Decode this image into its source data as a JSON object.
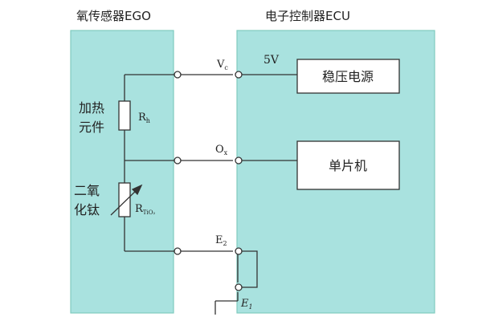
{
  "left_panel": {
    "title": "氧传感器EGO",
    "heater_label_line1": "加热",
    "heater_label_line2": "元件",
    "heater_resistor": "R",
    "heater_resistor_sub": "h",
    "sensor_label_line1": "二氧",
    "sensor_label_line2": "化钛",
    "sensor_resistor": "R",
    "sensor_resistor_sub": "TiO₂"
  },
  "right_panel": {
    "title": "电子控制器ECU",
    "supply_voltage": "5V",
    "regulator_label": "稳压电源",
    "mcu_label": "单片机"
  },
  "terminals": {
    "vc": "V",
    "vc_sub": "c",
    "ox": "O",
    "ox_sub": "x",
    "e2": "E",
    "e2_sub": "2",
    "e1": "E",
    "e1_sub": "1"
  },
  "colors": {
    "panel_fill": "#a9e2df",
    "panel_border": "#7fcbbf",
    "wire": "#333333",
    "box_fill": "#ffffff"
  }
}
